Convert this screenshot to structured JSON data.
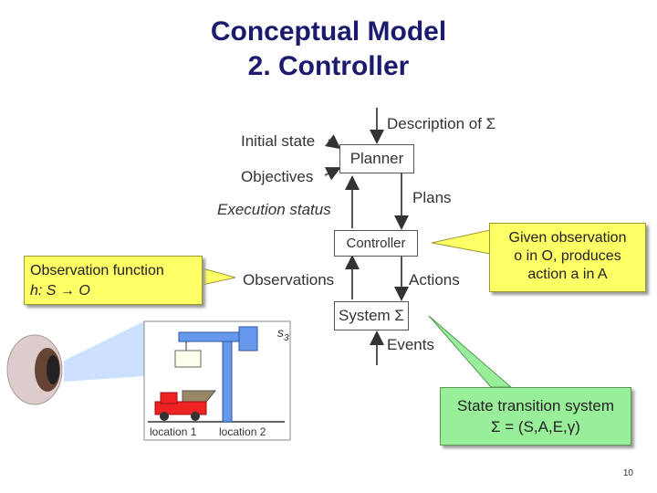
{
  "title": {
    "line1": "Conceptual Model",
    "line2": "2. Controller"
  },
  "diagram": {
    "description": "Description of Σ",
    "initial_state": "Initial state",
    "planner": "Planner",
    "objectives": "Objectives",
    "plans": "Plans",
    "execution_status": "Execution status",
    "controller": "Controller",
    "observations": "Observations",
    "actions": "Actions",
    "system": "System Σ",
    "events": "Events",
    "state_label": "s",
    "state_sub": "3",
    "location1": "location 1",
    "location2": "location 2"
  },
  "callouts": {
    "observation_line1": "Observation function",
    "observation_line2": "h: S → O",
    "controller_line1": "Given observation",
    "controller_line2": "o in O, produces",
    "controller_line3": "action a in A",
    "system_line1": "State transition system",
    "system_line2": "Σ = (S,A,E,γ)"
  },
  "colors": {
    "title": "#1a1a6e",
    "callout_yellow": "#ffff66",
    "callout_green": "#99ee99",
    "crane": "#6699ee",
    "robot": "#ee2222"
  },
  "page_number": "10"
}
